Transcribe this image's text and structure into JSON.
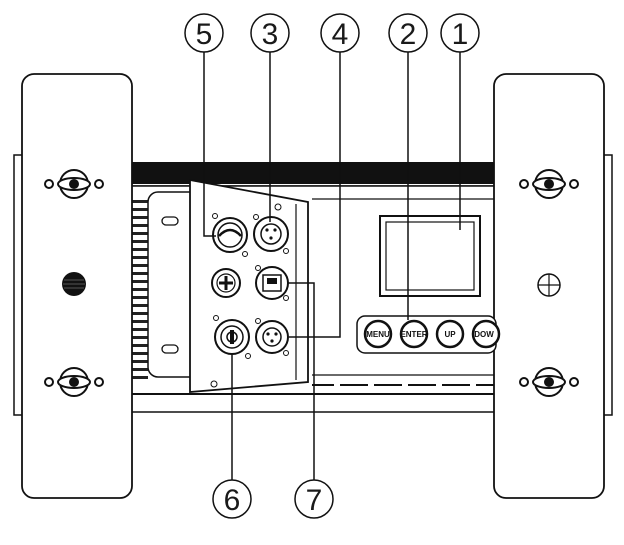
{
  "diagram": {
    "callouts": [
      {
        "id": "c5",
        "label": "5"
      },
      {
        "id": "c3",
        "label": "3"
      },
      {
        "id": "c4",
        "label": "4"
      },
      {
        "id": "c2",
        "label": "2"
      },
      {
        "id": "c1",
        "label": "1"
      },
      {
        "id": "c6",
        "label": "6"
      },
      {
        "id": "c7",
        "label": "7"
      }
    ],
    "buttons": [
      {
        "id": "menu",
        "label": "MENU"
      },
      {
        "id": "enter",
        "label": "ENTER"
      },
      {
        "id": "up",
        "label": "UP"
      },
      {
        "id": "down",
        "label": "DOW"
      }
    ],
    "icons": {
      "speaker_grille": "speaker-grille-icon",
      "crosshair": "crosshair-icon",
      "wingnut": "wingnut-icon"
    }
  }
}
